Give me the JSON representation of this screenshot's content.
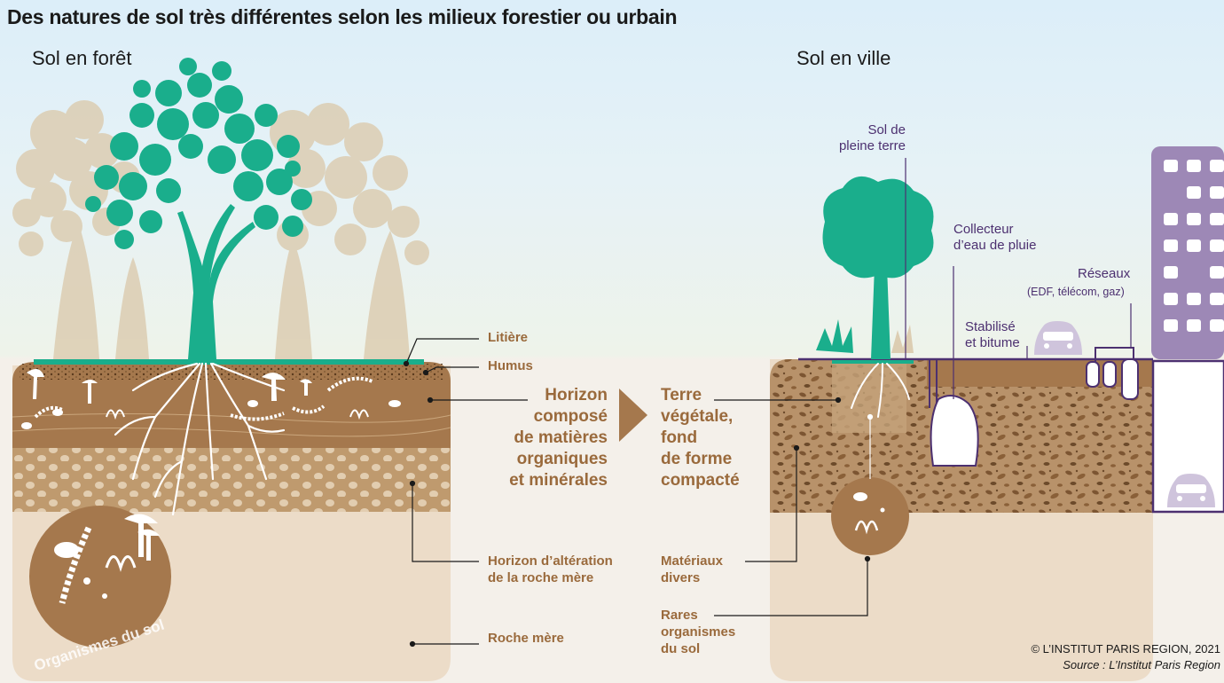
{
  "title": "Des natures de sol très différentes selon les milieux forestier ou urbain",
  "forest": {
    "heading": "Sol en forêt",
    "litiere": "Litière",
    "humus": "Humus",
    "horizon_organique": "Horizon\ncomposé\nde matières\norganiques\net minérales",
    "horizon_alteration": "Horizon d’altération\nde la roche mère",
    "roche_mere": "Roche mère",
    "organismes_badge": "Organismes du sol"
  },
  "city": {
    "heading": "Sol en ville",
    "pleine_terre": "Sol de\npleine terre",
    "collecteur": "Collecteur\nd’eau de pluie",
    "reseaux": "Réseaux",
    "reseaux_detail": "(EDF, télécom, gaz)",
    "stabilise": "Stabilisé\net bitume",
    "terre_vegetale": "Terre\nvégétale,\nfond\nde forme\ncompacté",
    "materiaux": "Matériaux\ndivers",
    "rares_organismes": "Rares\norganismes\ndu sol"
  },
  "credit": {
    "copyright": "© L’INSTITUT PARIS REGION, 2021",
    "source": "Source : L’Institut Paris Region"
  },
  "colors": {
    "tree_green": "#1aae8c",
    "soil_brown": "#a5784d",
    "text_brown": "#9a6a3c",
    "city_purple": "#4c3070",
    "building_purple": "#9d88b6"
  }
}
